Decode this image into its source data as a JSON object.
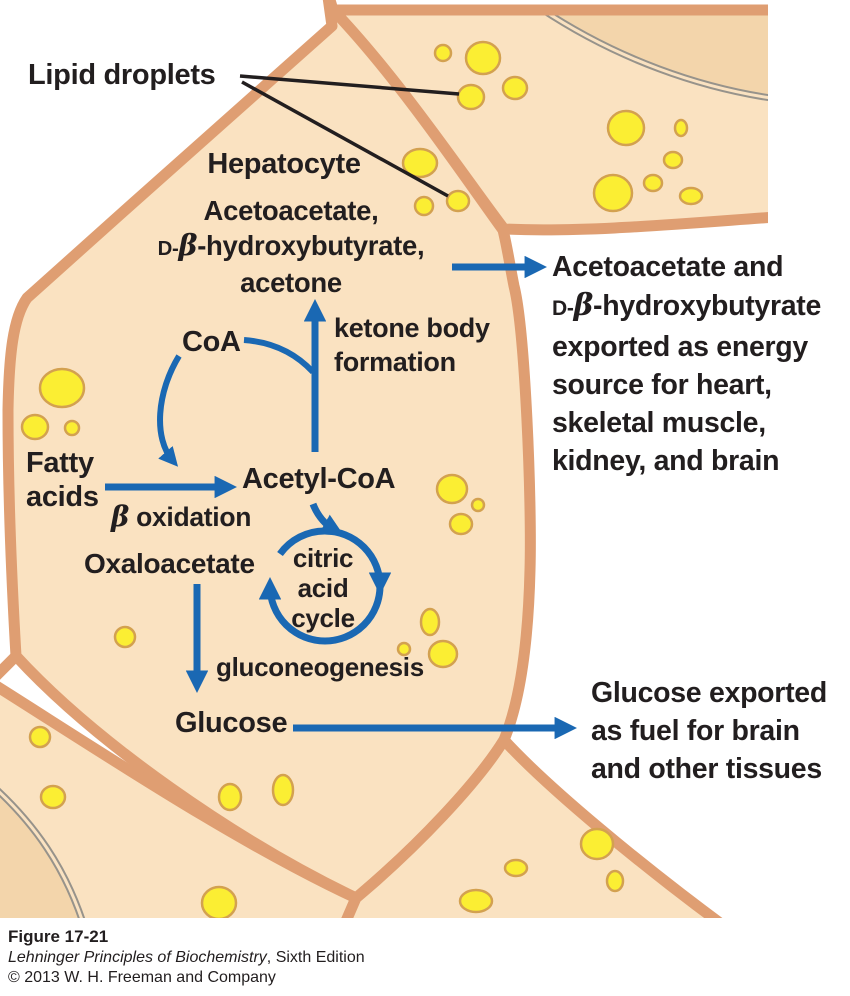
{
  "callout": {
    "label": "Lipid droplets"
  },
  "cell": {
    "title": "Hepatocyte"
  },
  "ketone_products": {
    "line1": "Acetoacetate,",
    "d": "D-",
    "beta": "β",
    "line2_rest": "-hydroxybutyrate,",
    "line3": "acetone"
  },
  "pathway": {
    "coa": "CoA",
    "ketone_body_formation": {
      "line1": "ketone body",
      "line2": "formation"
    },
    "fatty_acids": {
      "line1": "Fatty",
      "line2": "acids"
    },
    "beta": "β",
    "beta_oxidation_rest": " oxidation",
    "acetyl_coa": "Acetyl-CoA",
    "oxaloacetate": "Oxaloacetate",
    "citric": {
      "line1": "citric",
      "line2": "acid",
      "line3": "cycle"
    },
    "gluconeogenesis": "gluconeogenesis",
    "glucose": "Glucose"
  },
  "exports": {
    "ketones": {
      "line1": "Acetoacetate and",
      "d": "D-",
      "beta": "β",
      "line2_rest": "-hydroxybutyrate",
      "line3": "exported as energy",
      "line4": "source for heart,",
      "line5": "skeletal muscle,",
      "line6": "kidney, and brain"
    },
    "glucose": {
      "line1": "Glucose exported",
      "line2": "as fuel for brain",
      "line3": "and other tissues"
    }
  },
  "footer": {
    "figure_number": "Figure 17-21",
    "book_title": "Lehninger Principles of Biochemistry",
    "edition": ", Sixth Edition",
    "copyright": "© 2013 W. H. Freeman and Company"
  },
  "colors": {
    "cell-fill": "#FAE2C1",
    "cell-fill-dark": "#F3D5AB",
    "membrane": "#DF9E72",
    "membrane-gray": "#97938B",
    "droplet-fill": "#FBEE33",
    "droplet-stroke": "#D3A150",
    "arrow-blue": "#1A68B3",
    "text-black": "#221E1F"
  }
}
